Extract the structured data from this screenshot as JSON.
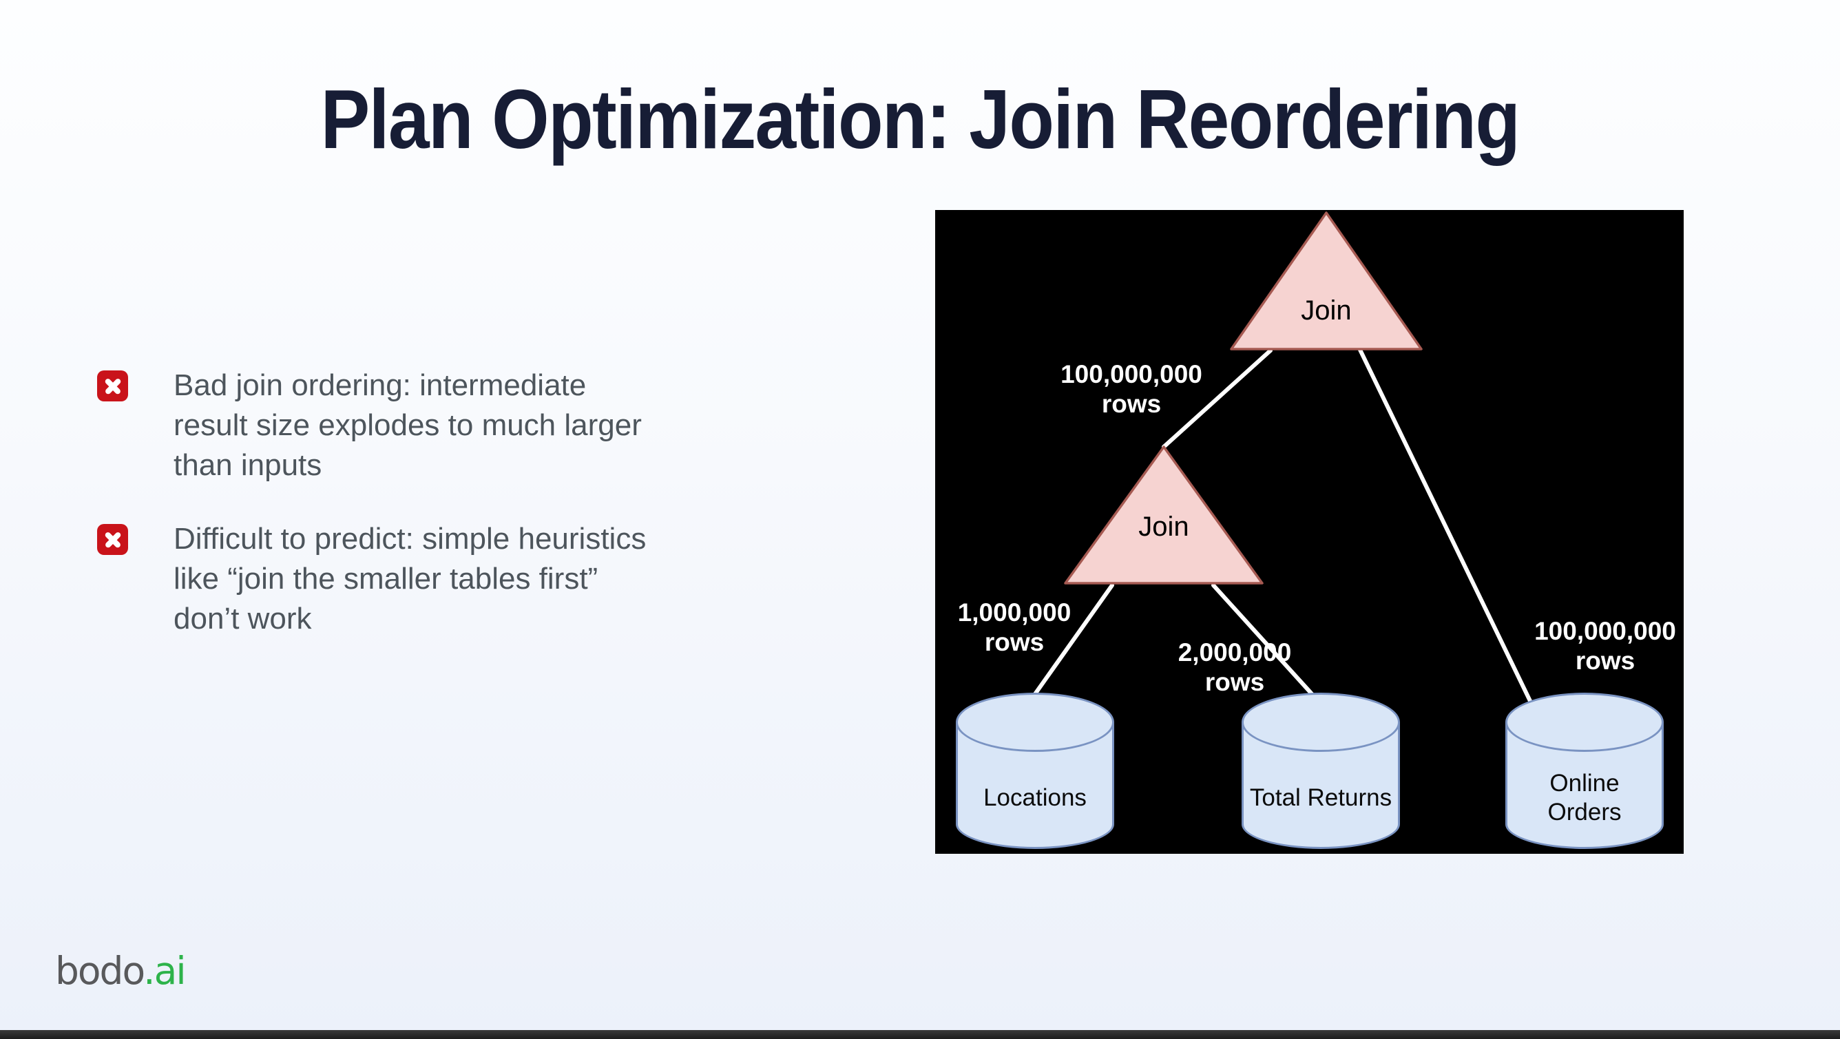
{
  "slide": {
    "title": "Plan Optimization: Join Reordering",
    "bullets": [
      {
        "icon": "red-cross",
        "lines": [
          "Bad join ordering: intermediate",
          "result size explodes to much larger",
          "than inputs"
        ]
      },
      {
        "icon": "red-cross",
        "lines": [
          "Difficult to predict: simple heuristics",
          "like “join the smaller tables first”",
          "don’t work"
        ]
      }
    ],
    "logo": {
      "text_gray": "bodo",
      "text_green": ".ai"
    }
  },
  "diagram": {
    "type": "join-tree",
    "background": "#000000",
    "join_nodes": [
      {
        "id": "join-top",
        "label": "Join"
      },
      {
        "id": "join-lower",
        "label": "Join"
      }
    ],
    "edge_labels": [
      {
        "id": "intermediate-result-rows",
        "lines": [
          "100,000,000",
          "rows"
        ]
      },
      {
        "id": "locations-rows",
        "lines": [
          "1,000,000",
          "rows"
        ]
      },
      {
        "id": "total-returns-rows",
        "lines": [
          "2,000,000",
          "rows"
        ]
      },
      {
        "id": "online-orders-rows",
        "lines": [
          "100,000,000",
          "rows"
        ]
      }
    ],
    "tables": [
      {
        "id": "locations",
        "lines": [
          "Locations"
        ]
      },
      {
        "id": "total-returns",
        "lines": [
          "Total Returns"
        ]
      },
      {
        "id": "online-orders",
        "lines": [
          "Online",
          "Orders"
        ]
      }
    ],
    "colors": {
      "triangle_fill": "#f6d3d1",
      "triangle_stroke": "#a65a52",
      "cylinder_fill": "#d9e6f7",
      "cylinder_stroke": "#7a93c2",
      "edge_line": "#ffffff",
      "edge_label_text": "#ffffff",
      "node_text": "#000000"
    }
  },
  "theme": {
    "title_color": "#171d35",
    "body_text_color": "#4d555c",
    "bullet_icon_color": "#c9131a",
    "logo_gray": "#58595b",
    "logo_green": "#2db34a",
    "background_top": "#fdfeff",
    "background_bottom": "#ecf1fa",
    "bottom_bar_color": "#1c1c1c"
  }
}
